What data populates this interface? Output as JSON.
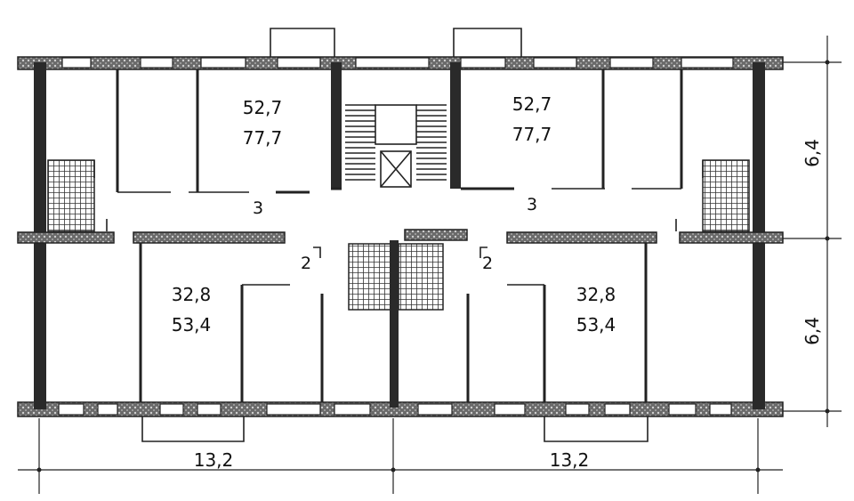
{
  "apartments": [
    {
      "id": "top-left",
      "living_area": "52,7",
      "total_area": "77,7",
      "rooms": "3"
    },
    {
      "id": "top-right",
      "living_area": "52,7",
      "total_area": "77,7",
      "rooms": "3"
    },
    {
      "id": "bottom-left",
      "living_area": "32,8",
      "total_area": "53,4",
      "rooms": "2"
    },
    {
      "id": "bottom-right",
      "living_area": "32,8",
      "total_area": "53,4",
      "rooms": "2"
    }
  ],
  "dimensions": {
    "depth_top": "6,4",
    "depth_bottom": "6,4",
    "width_left": "13,2",
    "width_right": "13,2"
  }
}
